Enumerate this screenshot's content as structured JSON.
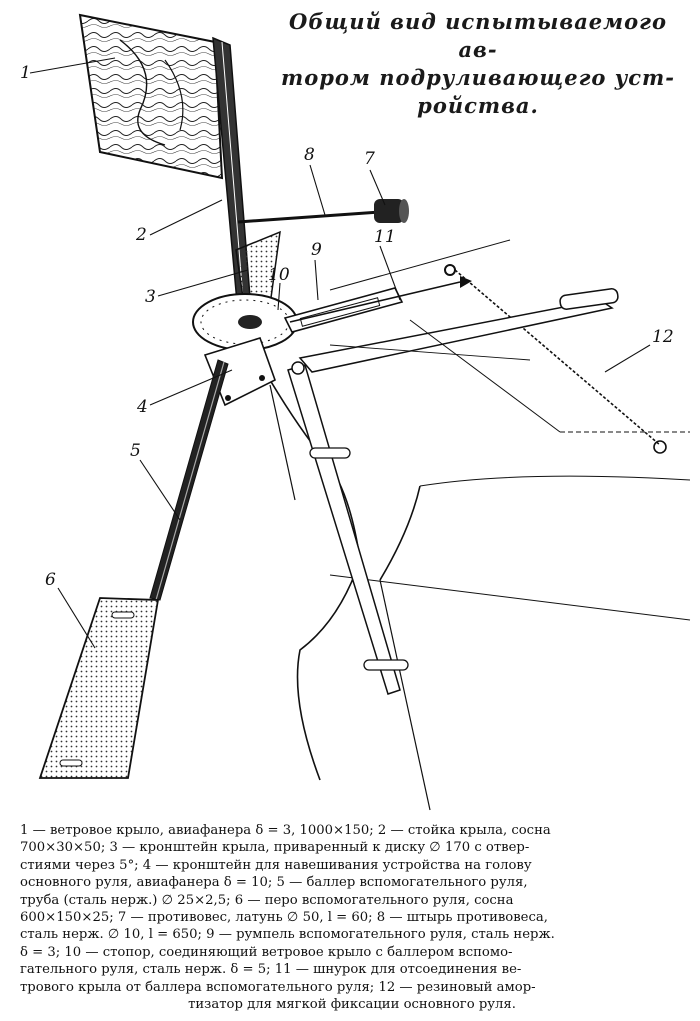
{
  "title": {
    "lines": [
      "Общий вид испытываемого ав-",
      "тором подруливающего уст-",
      "ройства."
    ]
  },
  "part_labels": [
    "1",
    "2",
    "3",
    "4",
    "5",
    "6",
    "7",
    "8",
    "9",
    "10",
    "11",
    "12"
  ],
  "caption": {
    "lines": [
      "1 — ветровое крыло, авиафанера δ = 3, 1000×150; 2 — стойка крыла, сосна",
      "700×30×50; 3 — кронштейн крыла, приваренный к диску ∅ 170 с отвер-",
      "стиями через 5°; 4 — кронштейн для навешивания устройства на голову",
      "основного руля, авиафанера δ = 10; 5 — баллер вспомогательного руля,",
      "труба (сталь нерж.) ∅ 25×2,5; 6 — перо вспомогательного руля, сосна",
      "600×150×25; 7 — противовес, латунь ∅ 50, l = 60; 8 — штырь противовеса,",
      "сталь нерж. ∅ 10, l = 650; 9 — румпель вспомогательного руля, сталь нерж.",
      "δ = 3; 10 — стопор, соединяющий ветровое крыло с баллером вспомо-",
      "гательного руля, сталь нерж. δ = 5; 11 — шнурок для отсоединения ве-",
      "трового крыла от баллера вспомогательного руля; 12 — резиновый амор-",
      "тизатор для мягкой фиксации основного руля."
    ]
  }
}
